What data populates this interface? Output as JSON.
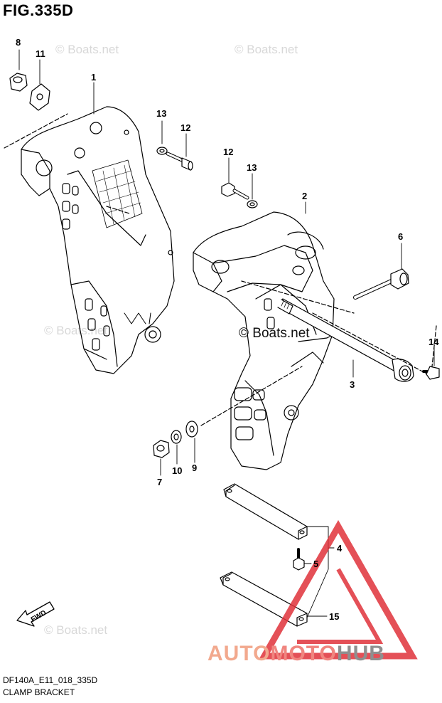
{
  "figure": {
    "title": "FIG.335D"
  },
  "footer": {
    "code": "DF140A_E11_018_335D",
    "name": "CLAMP BRACKET"
  },
  "watermark": {
    "text": "© Boats.net"
  },
  "brand": {
    "part1": "AUTO",
    "part2": "MOTO",
    "part3": "HUB",
    "color_auto": "#f2a98e",
    "color_moto": "#f0857f",
    "color_hub": "#8f8f8f",
    "logo_color": "#e0323a"
  },
  "fwd_label": "FWD",
  "callouts": {
    "c1": "1",
    "c2": "2",
    "c3": "3",
    "c4": "4",
    "c5": "5",
    "c6": "6",
    "c7": "7",
    "c8": "8",
    "c9": "9",
    "c10": "10",
    "c11": "11",
    "c12a": "12",
    "c12b": "12",
    "c13a": "13",
    "c13b": "13",
    "c14": "14",
    "c15": "15"
  }
}
